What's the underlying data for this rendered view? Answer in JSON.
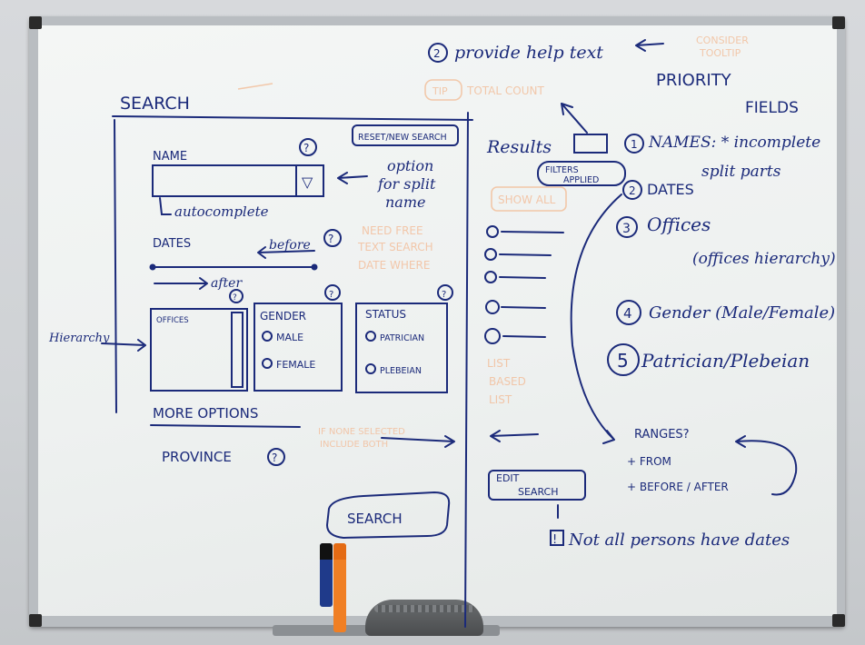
{
  "left_panel": {
    "search_title": "SEARCH",
    "name_label": "NAME",
    "name_help": "?",
    "dropdown_glyph": "▽",
    "autocomplete_note": "autocomplete",
    "split_name_note": [
      "option",
      "for split",
      "name"
    ],
    "dates_label": "DATES",
    "before_note": "before",
    "dates_help": "?",
    "after_note": "after",
    "offices_label": "OFFICES",
    "offices_help": "?",
    "gender_label": "GENDER",
    "gender_help": "?",
    "gender_options": [
      "MALE",
      "FEMALE"
    ],
    "status_label": "STATUS",
    "status_help": "?",
    "status_options": [
      "PATRICIAN",
      "PLEBEIAN"
    ],
    "hierarchy_note": "Hierarchy",
    "more_options": "MORE OPTIONS",
    "province_label": "PROVINCE",
    "province_help": "?",
    "search_button": "SEARCH",
    "reset_button": "RESET/NEW SEARCH"
  },
  "faint_notes": {
    "consider": [
      "CONSIDER",
      "TOOLTIP"
    ],
    "tip": "TIP",
    "total_count": "TOTAL COUNT",
    "show_all": "SHOW ALL",
    "need_free": [
      "NEED FREE",
      "TEXT SEARCH",
      "DATE WHERE"
    ],
    "list": [
      "LIST",
      "BASED",
      "LIST"
    ],
    "if_none": [
      "IF NONE SELECTED",
      "INCLUDE BOTH"
    ]
  },
  "results_panel": {
    "help_number": "2",
    "help_text": "provide help text",
    "results_label": "Results",
    "filters_applied": [
      "FILTERS",
      "APPLIED"
    ],
    "edit_search": [
      "EDIT",
      "SEARCH"
    ],
    "result_rows": 5
  },
  "priority": {
    "title": [
      "PRIORITY",
      "FIELDS"
    ],
    "items": [
      "NAMES: * incomplete",
      "split parts",
      "DATES",
      "Offices",
      "(offices hierarchy)",
      "Gender (Male/Female)",
      "Patrician/Plebeian"
    ],
    "numbers": [
      "1",
      "2",
      "3",
      "4",
      "5"
    ],
    "ranges": [
      "RANGES?",
      "+ FROM",
      "+ BEFORE / AFTER"
    ],
    "note": "Not all persons have dates",
    "note_bullet": "!"
  },
  "colors": {
    "ink": "#1b2a7a",
    "faint_ink": "#f2b58a",
    "board": "#f1f3f2",
    "frame": "#b9bdc1"
  }
}
